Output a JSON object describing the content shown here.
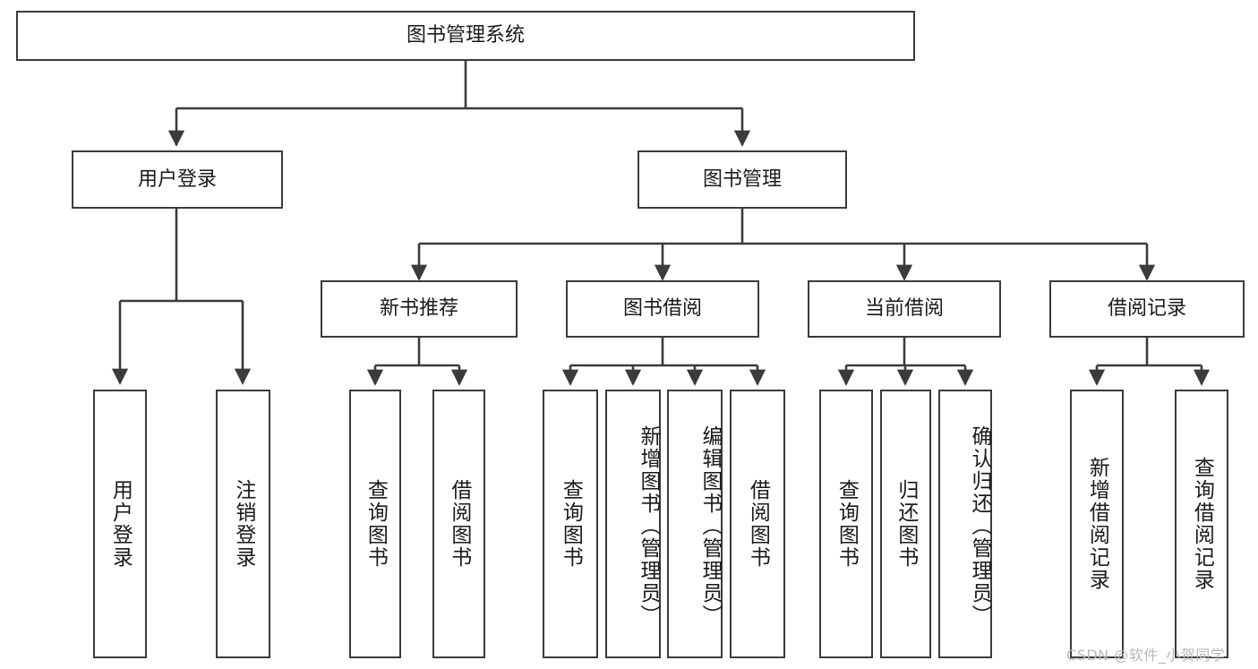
{
  "diagram": {
    "title": "图书管理系统",
    "type": "tree-hierarchy",
    "root": {
      "label": "图书管理系统"
    },
    "level2": [
      {
        "label": "用户登录"
      },
      {
        "label": "图书管理"
      }
    ],
    "level3": [
      {
        "label": "新书推荐"
      },
      {
        "label": "图书借阅"
      },
      {
        "label": "当前借阅"
      },
      {
        "label": "借阅记录"
      }
    ],
    "leaves": {
      "user_login": [
        {
          "label": "用户登录"
        },
        {
          "label": "注销登录"
        }
      ],
      "new_book_recommend": [
        {
          "label": "查询图书"
        },
        {
          "label": "借阅图书"
        }
      ],
      "book_borrow": [
        {
          "label": "查询图书"
        },
        {
          "label": "新增图书（管理员）"
        },
        {
          "label": "编辑图书（管理员）"
        },
        {
          "label": "借阅图书"
        }
      ],
      "current_borrow": [
        {
          "label": "查询图书"
        },
        {
          "label": "归还图书"
        },
        {
          "label": "确认归还（管理员）"
        }
      ],
      "borrow_record": [
        {
          "label": "新增借阅记录"
        },
        {
          "label": "查询借阅记录"
        }
      ]
    }
  },
  "watermark": {
    "text": "CSDN @软件_小贺同学"
  },
  "colors": {
    "stroke": "#3b3b3b",
    "background": "#ffffff",
    "text": "#1a1a1a",
    "watermark": "#b9b9b9"
  }
}
